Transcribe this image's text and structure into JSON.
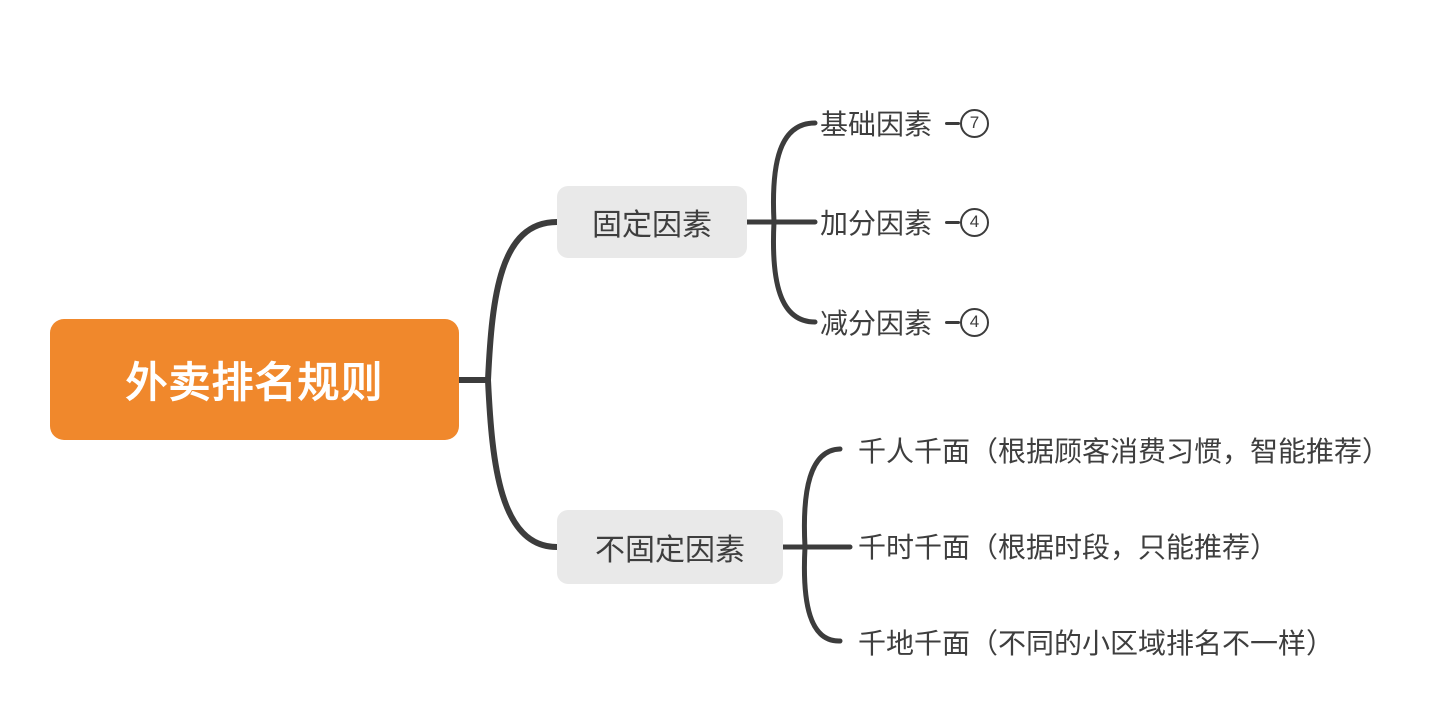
{
  "root": {
    "label": "外卖排名规则"
  },
  "branches": [
    {
      "label": "固定因素",
      "children": [
        {
          "label": "基础因素",
          "count": "7"
        },
        {
          "label": "加分因素",
          "count": "4"
        },
        {
          "label": "减分因素",
          "count": "4"
        }
      ]
    },
    {
      "label": "不固定因素",
      "children": [
        {
          "label": "千人千面（根据顾客消费习惯，智能推荐）"
        },
        {
          "label": "千时千面（根据时段，只能推荐）"
        },
        {
          "label": "千地千面（不同的小区域排名不一样）"
        }
      ]
    }
  ],
  "colors": {
    "root-bg": "#F0882C",
    "root-text": "#FFFFFF",
    "branch-bg": "#E9E9E9",
    "text-dark": "#3E3E3E",
    "line": "#3C3C3C",
    "canvas-bg": "#FFFFFF"
  }
}
